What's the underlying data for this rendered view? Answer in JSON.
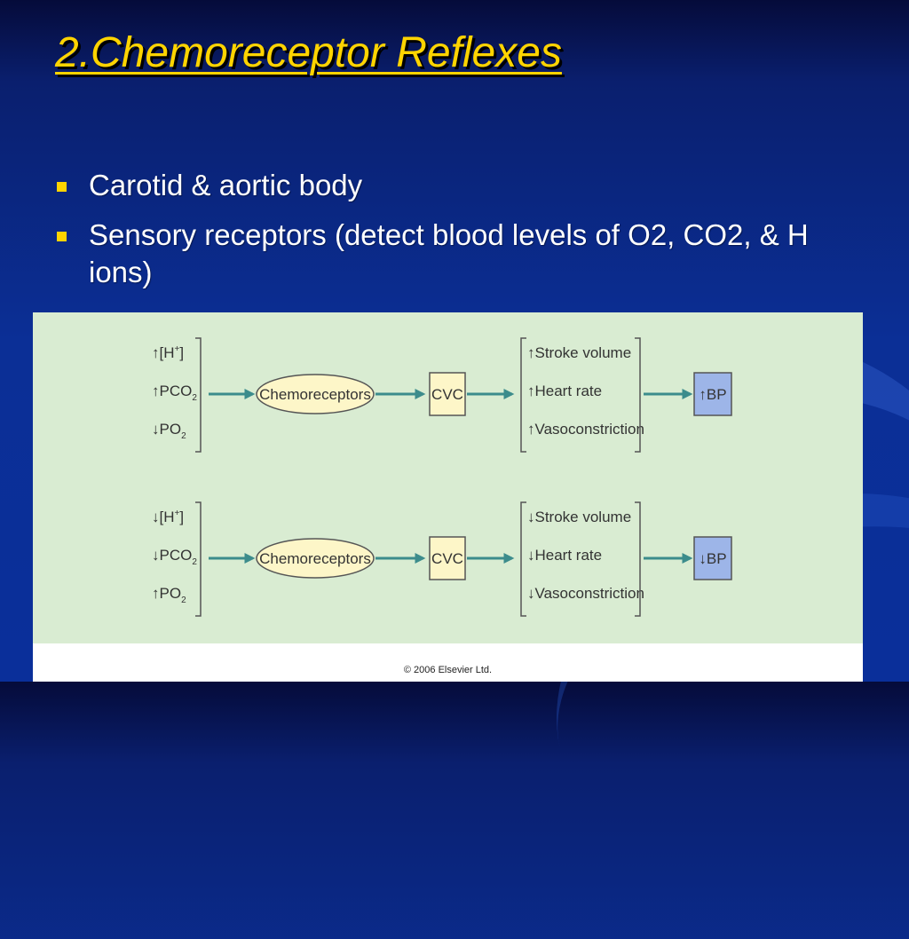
{
  "slide": {
    "title": "2.Chemoreceptor Reflexes",
    "bullets": [
      "Carotid & aortic body",
      "Sensory receptors (detect blood levels of O2, CO2, & H ions)"
    ]
  },
  "diagram": {
    "rows": [
      {
        "inputs": [
          {
            "arrow": "↑",
            "base": "[H",
            "sup": "+",
            "sub": "",
            "tail": "]"
          },
          {
            "arrow": "↑",
            "base": "PCO",
            "sup": "",
            "sub": "2",
            "tail": ""
          },
          {
            "arrow": "↓",
            "base": "PO",
            "sup": "",
            "sub": "2",
            "tail": ""
          }
        ],
        "receptor": "Chemoreceptors",
        "center": "CVC",
        "effects": [
          "↑Stroke volume",
          "↑Heart rate",
          "↑Vasoconstriction"
        ],
        "result": "↑BP"
      },
      {
        "inputs": [
          {
            "arrow": "↓",
            "base": "[H",
            "sup": "+",
            "sub": "",
            "tail": "]"
          },
          {
            "arrow": "↓",
            "base": "PCO",
            "sup": "",
            "sub": "2",
            "tail": ""
          },
          {
            "arrow": "↑",
            "base": "PO",
            "sup": "",
            "sub": "2",
            "tail": ""
          }
        ],
        "receptor": "Chemoreceptors",
        "center": "CVC",
        "effects": [
          "↓Stroke volume",
          "↓Heart rate",
          "↓Vasoconstriction"
        ],
        "result": "↓BP"
      }
    ],
    "copyright": "© 2006 Elsevier Ltd.",
    "colors": {
      "panel": "#d9ecd2",
      "arrow": "#3c8c8c",
      "ellipse": "#fdf6c8",
      "cvc": "#fdf6c8",
      "bp": "#9db5e8"
    }
  }
}
